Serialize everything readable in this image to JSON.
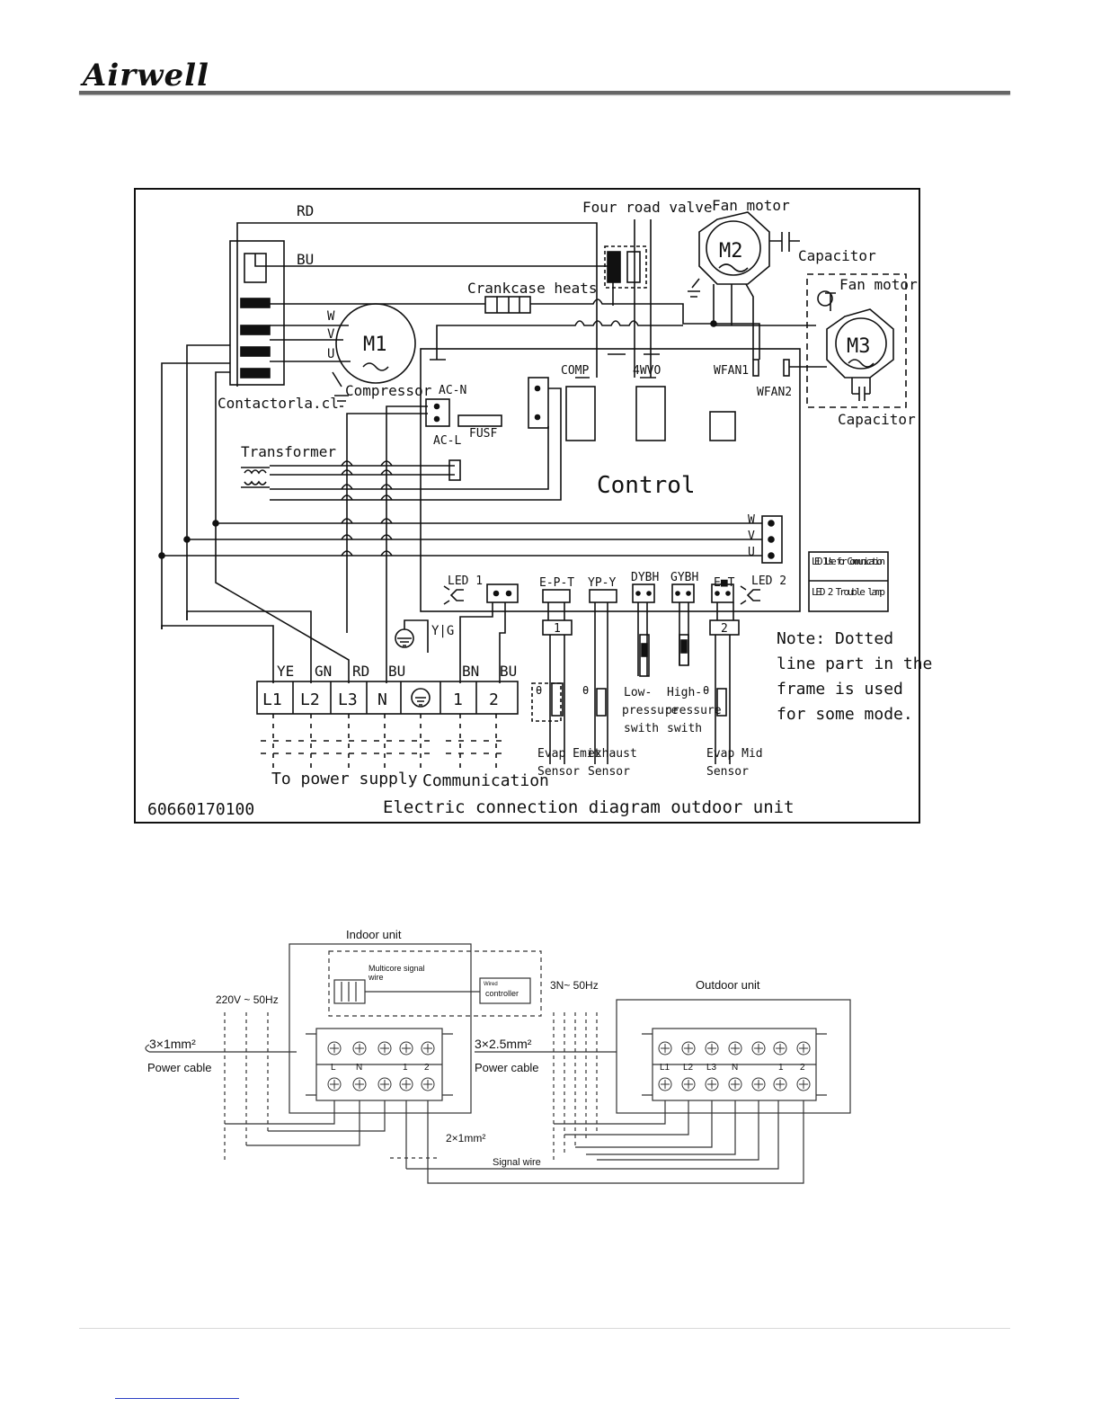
{
  "brand": "Airwell",
  "wiring": {
    "top_wires": [
      "RD",
      "BU"
    ],
    "four_road_valve": "Four road valve",
    "fan_motor_1": "Fan motor",
    "m2": "M2",
    "capacitor_1": "Capacitor",
    "crankcase": "Crankcase heats",
    "fan_motor_2": "Fan motor",
    "m3": "M3",
    "capacitor_2": "Capacitor",
    "m1": "M1",
    "motor_terminals": [
      "W",
      "V",
      "U"
    ],
    "compressor": "Compressor",
    "contactor": "Contactorla.cl",
    "comp": "COMP",
    "wvo": "4WVO",
    "wfan1": "WFAN1",
    "wfan2": "WFAN2",
    "ac_n": "AC-N",
    "ac_l": "AC-L",
    "fuse": "FUSF",
    "transformer": "Transformer",
    "control": "Control",
    "board_terminals": [
      "W",
      "V",
      "U"
    ],
    "led_legend_1": "LED 1Use for Communication",
    "led_legend_2": "LED 2 Trouble lamp",
    "led1": "LED 1",
    "ept": "E-P-T",
    "ypy": "YP-Y",
    "dybh": "DYBH",
    "gybh": "GYBH",
    "emt": "E■T",
    "led2": "LED 2",
    "yg": "Y|G",
    "plug_1": "1",
    "plug_2": "2",
    "wire_colors": [
      "YE",
      "GN",
      "RD",
      "BU",
      "BN",
      "BU"
    ],
    "terminals": [
      "L1",
      "L2",
      "L3",
      "N",
      "1",
      "2"
    ],
    "theta": "θ",
    "low_pressure": [
      "Low-",
      "pressure",
      "swith"
    ],
    "high_pressure": [
      "High-",
      "pressure",
      "swith"
    ],
    "evap_emit": [
      "Evap Emit",
      "Sensor"
    ],
    "exhaust": [
      "exhaust",
      "Sensor"
    ],
    "evap_mid": [
      "Evap Mid",
      "Sensor"
    ],
    "note": [
      "Note: Dotted",
      "line part in the",
      "frame is used",
      "for some mode."
    ],
    "to_power": "To power supply",
    "communication": "Communication",
    "code": "60660170100",
    "caption": "Electric connection diagram outdoor unit"
  },
  "connection": {
    "indoor_unit": "Indoor unit",
    "multicore": [
      "Multicore  signal",
      "wire"
    ],
    "controller_small": "Wired",
    "controller": "controller",
    "voltage_1": "220V ~ 50Hz",
    "voltage_2": "3N~ 50Hz",
    "outdoor_unit": "Outdoor unit",
    "cable_1": "3×1mm²",
    "power_cable_1": "Power   cable",
    "cable_2": "3×2.5mm²",
    "power_cable_2": "Power   cable",
    "indoor_terminals": [
      "L",
      "N",
      "1",
      "2"
    ],
    "outdoor_terminals": [
      "L1",
      "L2",
      "L3",
      "N",
      "1",
      "2"
    ],
    "signal_cable": "2×1mm²",
    "signal_wire": "Signal  wire"
  }
}
